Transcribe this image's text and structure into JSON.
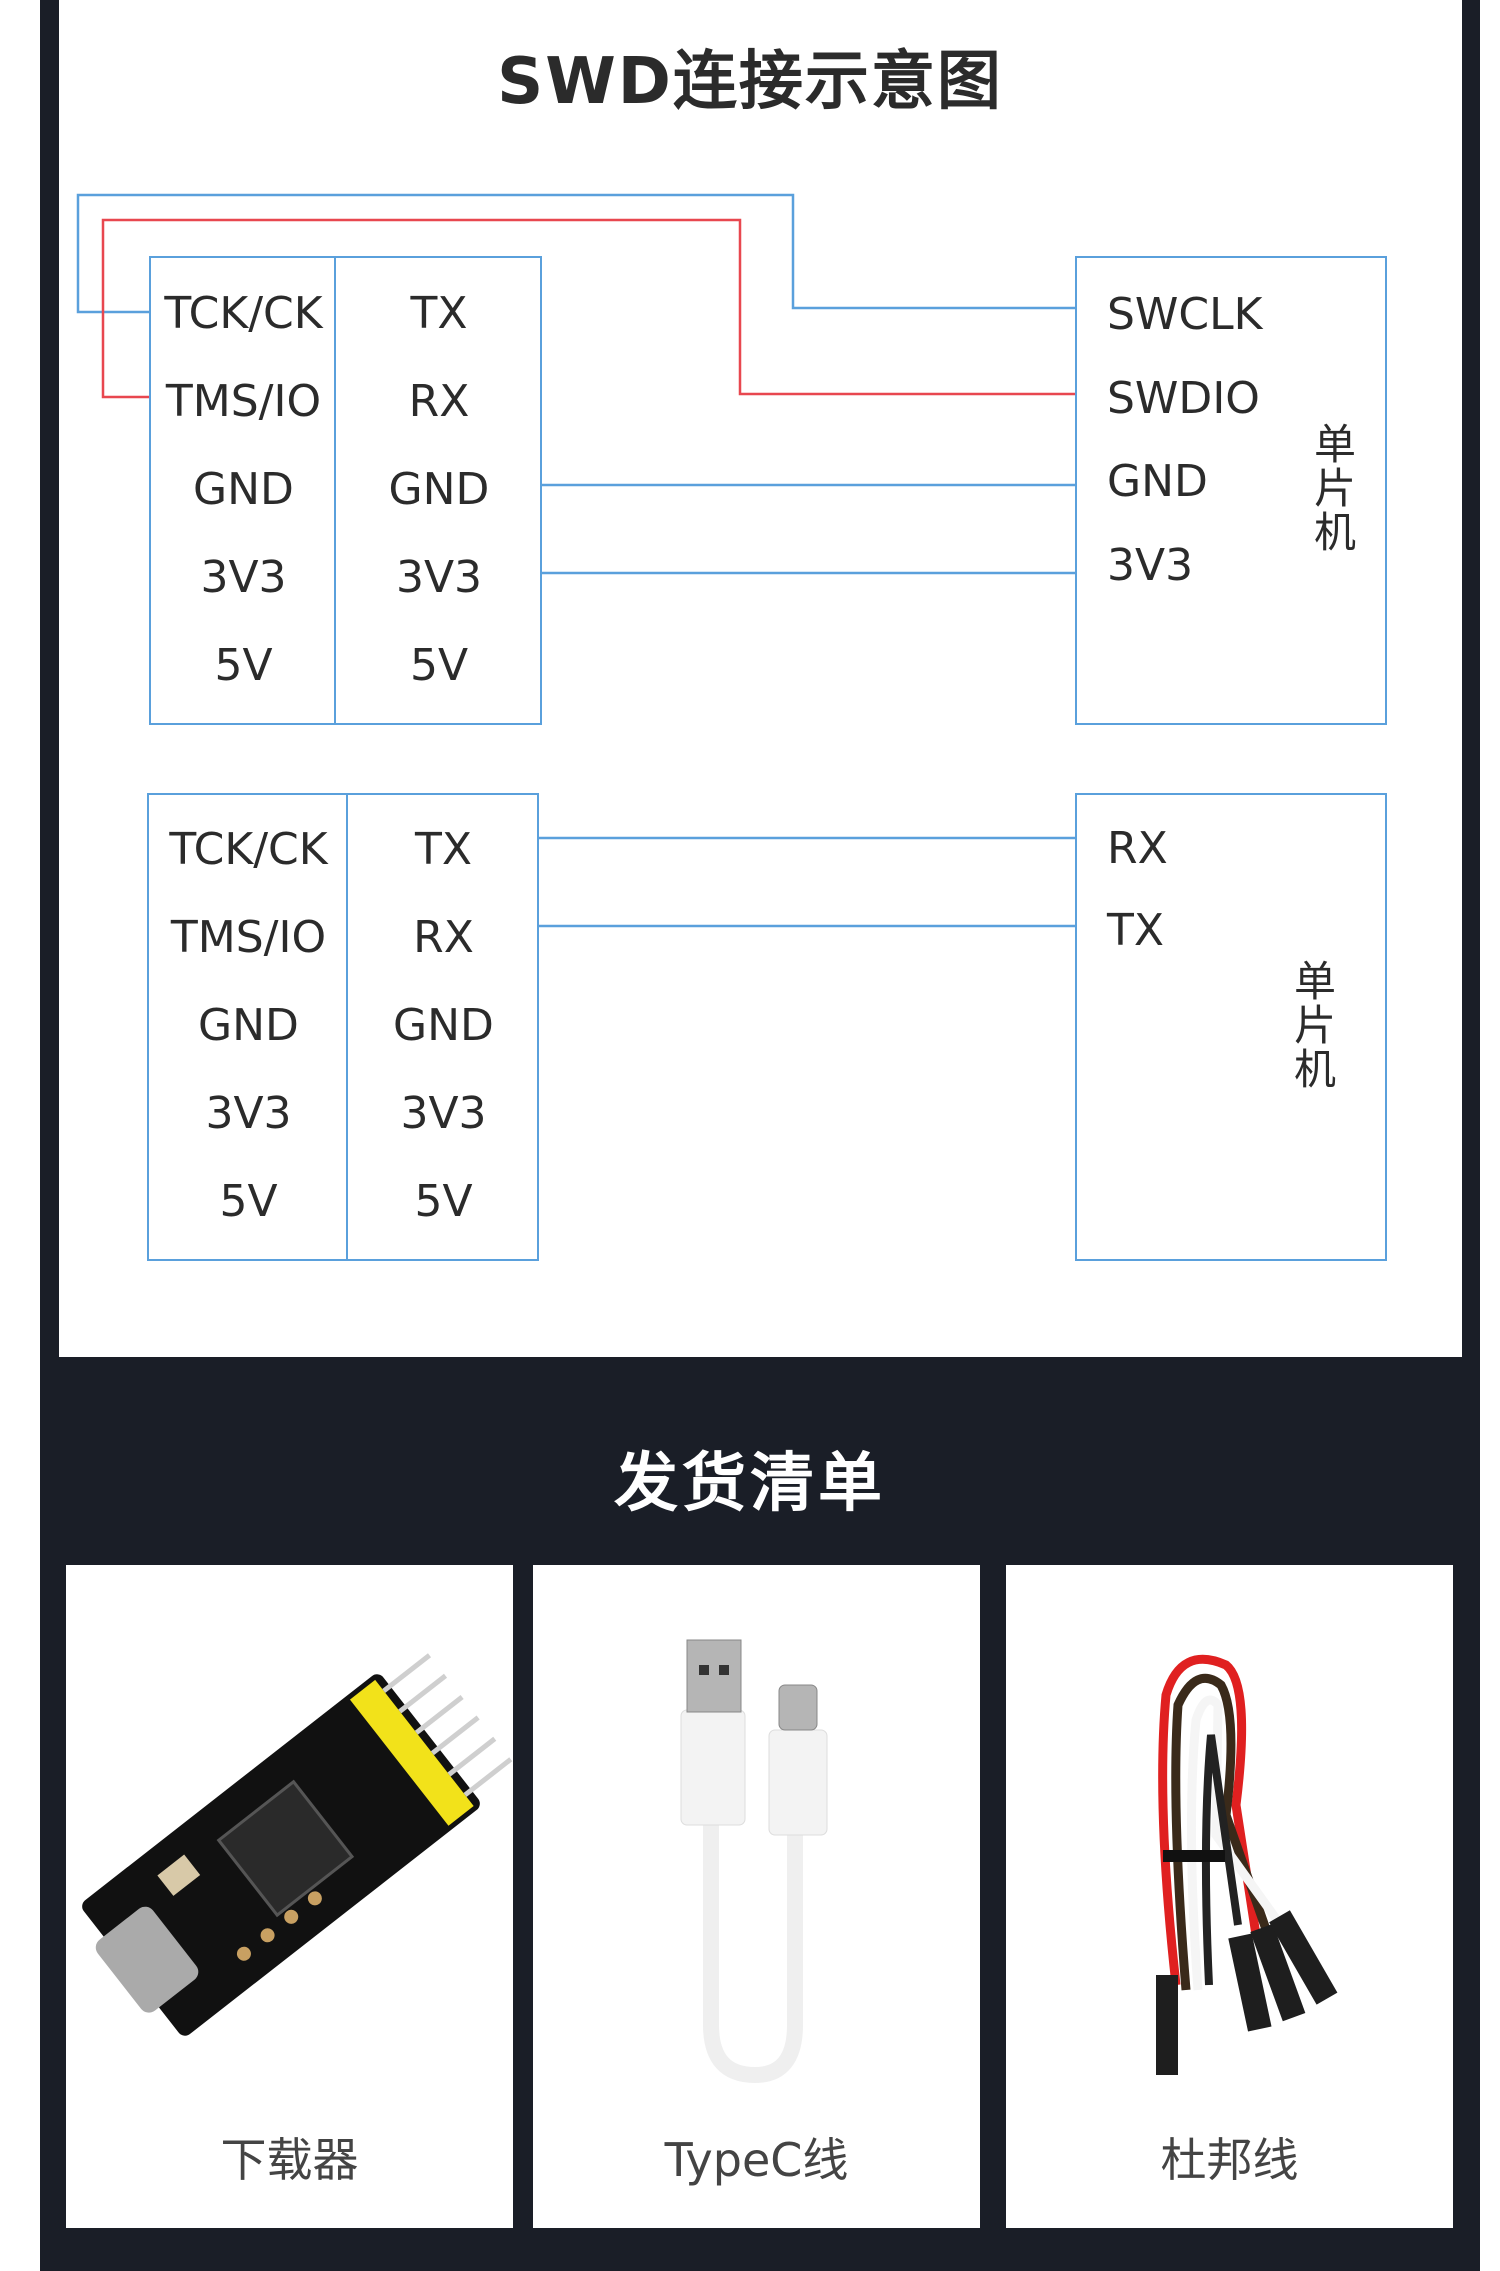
{
  "diagram": {
    "title": "SWD连接示意图",
    "wire_colors": {
      "blue": "#5aa0dc",
      "red": "#e8474f"
    },
    "swd": {
      "debugger": {
        "left_column": [
          "TCK/CK",
          "TMS/IO",
          "GND",
          "3V3",
          "5V"
        ],
        "right_column": [
          "TX",
          "RX",
          "GND",
          "3V3",
          "5V"
        ]
      },
      "mcu": {
        "name": "单片机",
        "pins": [
          "SWCLK",
          "SWDIO",
          "GND",
          "3V3"
        ]
      },
      "connections": [
        {
          "from": "TCK/CK",
          "to": "SWCLK",
          "color": "blue"
        },
        {
          "from": "TMS/IO",
          "to": "SWDIO",
          "color": "red"
        },
        {
          "from": "GND",
          "to": "GND",
          "color": "blue"
        },
        {
          "from": "3V3",
          "to": "3V3",
          "color": "blue"
        }
      ]
    },
    "uart": {
      "debugger": {
        "left_column": [
          "TCK/CK",
          "TMS/IO",
          "GND",
          "3V3",
          "5V"
        ],
        "right_column": [
          "TX",
          "RX",
          "GND",
          "3V3",
          "5V"
        ]
      },
      "mcu": {
        "name": "单片机",
        "pins": [
          "RX",
          "TX"
        ]
      },
      "connections": [
        {
          "from": "TX",
          "to": "RX",
          "color": "blue"
        },
        {
          "from": "RX",
          "to": "TX",
          "color": "blue"
        }
      ]
    }
  },
  "packing_list": {
    "title": "发货清单",
    "items": [
      {
        "label": "下载器",
        "image": "debugger-board-image"
      },
      {
        "label": "TypeC线",
        "image": "usb-typec-cable-image"
      },
      {
        "label": "杜邦线",
        "image": "dupont-wires-image"
      }
    ]
  },
  "colors": {
    "frame": "#1a1e27",
    "panel": "#ffffff",
    "text": "#2b2b2b"
  }
}
